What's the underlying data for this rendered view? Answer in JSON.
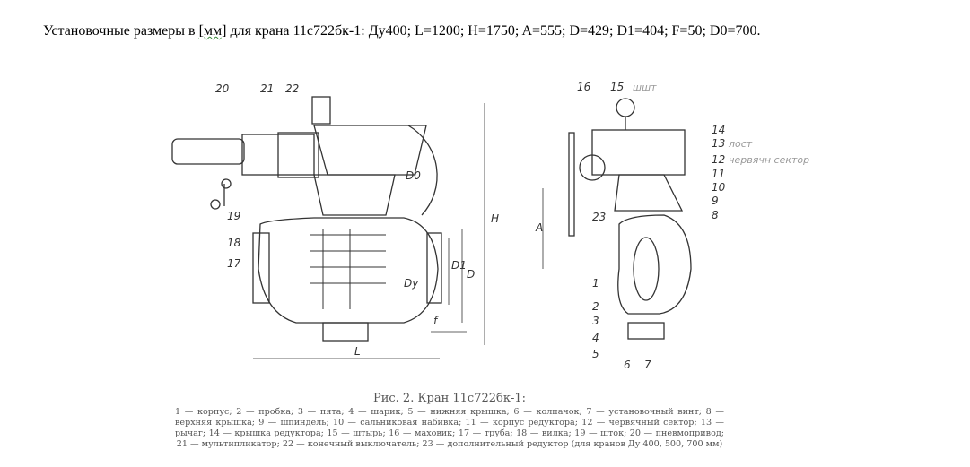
{
  "header": {
    "prefix": "Установочные размеры в ",
    "unit": "[мм]",
    "suffix": " для крана 11с722бк-1: Ду400; L=1200; H=1750; A=555; D=429; D1=404; F=50; D0=700."
  },
  "drawing": {
    "left_labels": [
      "20",
      "21",
      "22",
      "19",
      "18",
      "17"
    ],
    "left_dims": {
      "H": "H",
      "L": "L",
      "D": "D",
      "D1": "D1",
      "Dy": "Dy",
      "f": "f",
      "D0": "D0"
    },
    "right_labels": [
      "16",
      "15",
      "14",
      "13",
      "12",
      "11",
      "10",
      "9",
      "8",
      "23",
      "1",
      "2",
      "3",
      "4",
      "5",
      "6",
      "7"
    ],
    "right_dims": {
      "A": "A"
    },
    "handwritten": {
      "n15": "шшт",
      "n13": "лост",
      "n12": "червячн сектор"
    }
  },
  "caption": {
    "title": "Рис. 2. Кран 11с722бк-1:",
    "body": "1 — корпус; 2 — пробка; 3 — пята; 4 — шарик; 5 — нижняя крышка; 6 — колпачок; 7 — установочный винт; 8 — верхняя крышка; 9 — шпиндель; 10 — сальниковая набивка; 11 — корпус редуктора; 12 — червячный сектор; 13 — рычаг; 14 — крышка редуктора; 15 — штырь; 16 — маховик; 17 — труба; 18 — вилка; 19 — шток; 20 — пневмопривод; 21 — мультипликатор; 22 — конечный выключатель; 23 — дополнительный редуктор (для кранов Ду 400, 500, 700 мм)"
  }
}
